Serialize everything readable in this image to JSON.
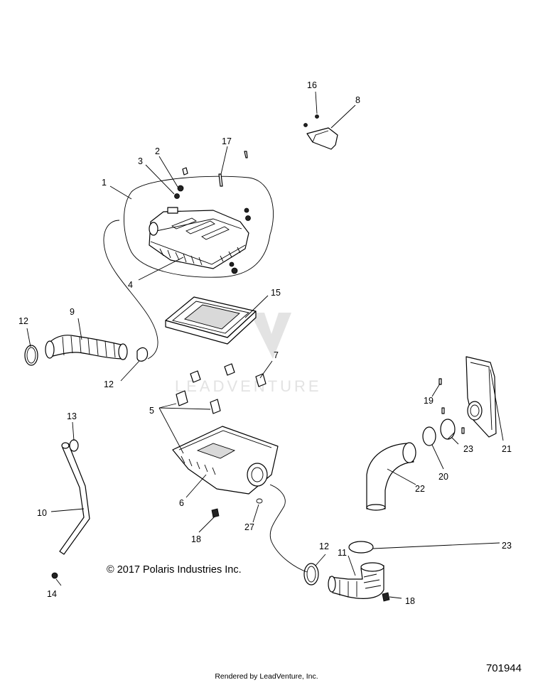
{
  "watermark": "LEADVENTURE",
  "copyright": "© 2017 Polaris Industries Inc.",
  "rendered_by": "Rendered by LeadVenture, Inc.",
  "diagram_number": "701944",
  "callouts": {
    "c1": "1",
    "c2": "2",
    "c3": "3",
    "c4": "4",
    "c5": "5",
    "c6": "6",
    "c7": "7",
    "c8": "8",
    "c9": "9",
    "c10": "10",
    "c11": "11",
    "c12a": "12",
    "c12b": "12",
    "c12c": "12",
    "c13": "13",
    "c14": "14",
    "c15": "15",
    "c16": "16",
    "c17": "17",
    "c18a": "18",
    "c18b": "18",
    "c19": "19",
    "c20": "20",
    "c21": "21",
    "c22": "22",
    "c23a": "23",
    "c23b": "23",
    "c27": "27"
  }
}
